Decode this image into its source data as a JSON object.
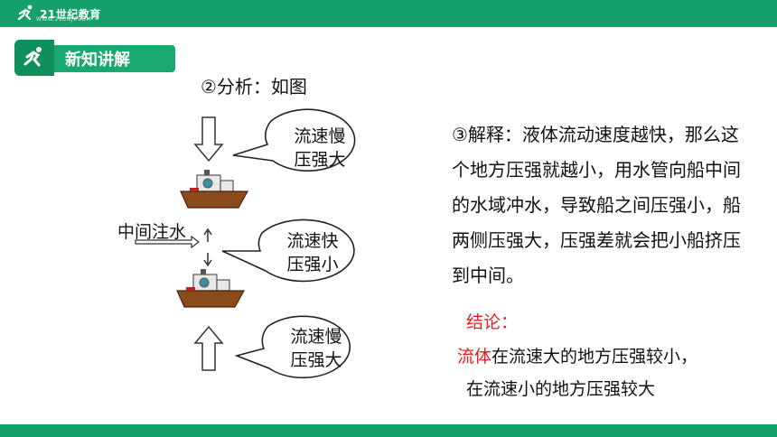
{
  "header": {
    "logo_text": "21世纪教育",
    "logo_sub": "WWW.21CNJY.COM"
  },
  "badge": {
    "label": "新知讲解",
    "icon": "runner-icon"
  },
  "analysis": "②分析：如图",
  "diagram": {
    "inject_label": "中间注水",
    "bubble_top": {
      "line1": "流速慢",
      "line2": "压强大"
    },
    "bubble_mid": {
      "line1": "流速快",
      "line2": "压强小"
    },
    "bubble_bottom": {
      "line1": "流速慢",
      "line2": "压强大"
    }
  },
  "explanation": "③解释：液体流动速度越快，那么这个地方压强就越小，用水管向船中间的水域冲水，导致船之间压强小，船两侧压强大，压强差就会把小船挤压到中间。",
  "conclusion": {
    "title": "结论：",
    "line1_red": "流体",
    "line1_rest": "在流速大的地方压强较小，",
    "line2": "在流速小的地方压强较大"
  },
  "colors": {
    "brand": "#13a06a",
    "accent_red": "#e02020",
    "boat_hull": "#8b4a1c"
  }
}
